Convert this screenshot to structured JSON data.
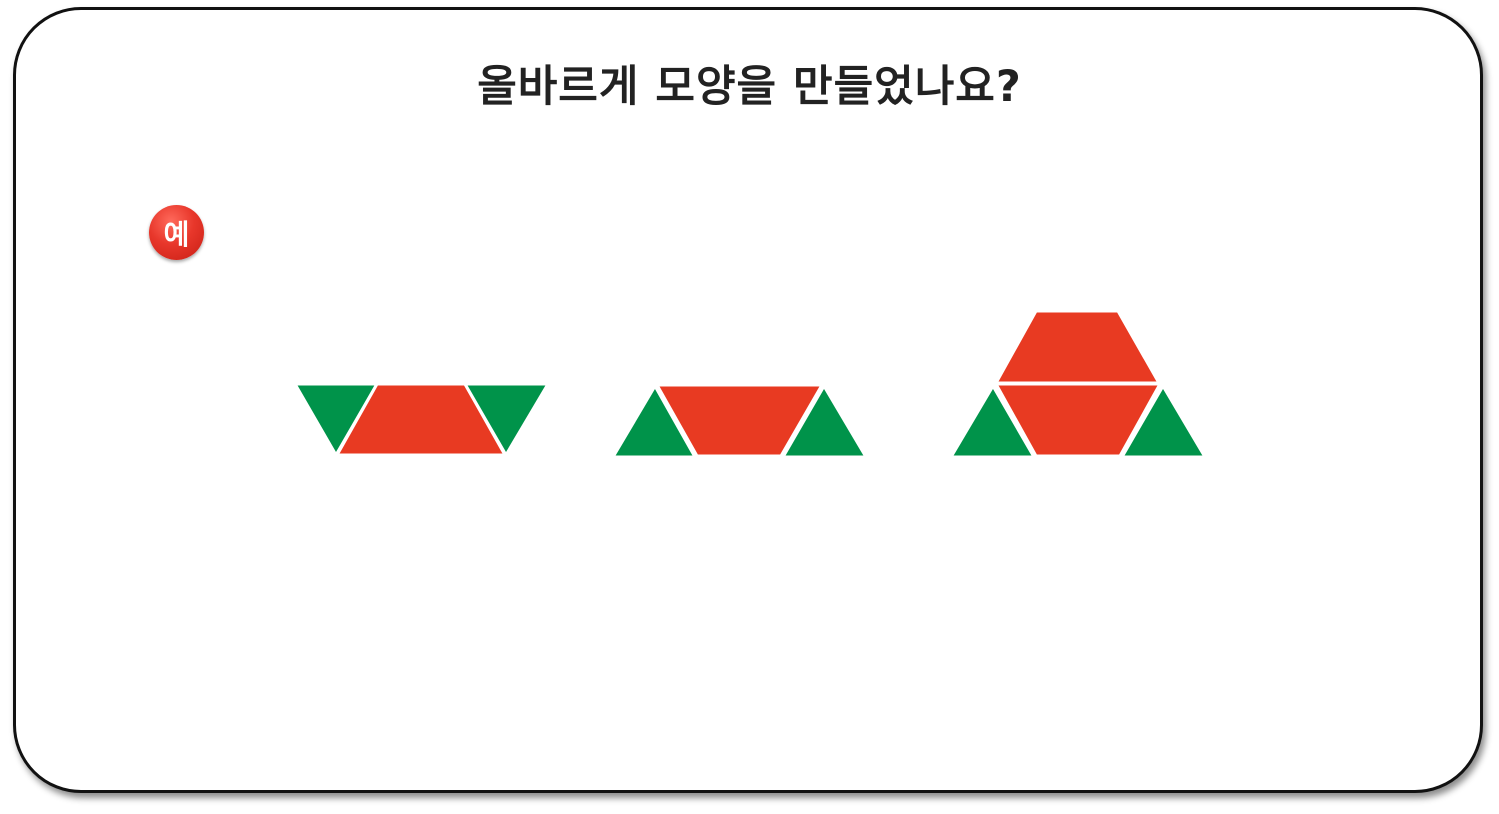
{
  "title": "올바르게 모양을 만들었나요?",
  "badge": {
    "label": "예"
  },
  "colors": {
    "red": "#e83a22",
    "green": "#00934a",
    "border": "#111111",
    "gap": "#ffffff"
  },
  "figures": [
    {
      "name": "figure-1",
      "pieces": [
        "green-triangle-down",
        "red-trapezoid",
        "green-triangle-down"
      ]
    },
    {
      "name": "figure-2",
      "pieces": [
        "green-triangle-up",
        "red-trapezoid-inverted",
        "green-triangle-up"
      ]
    },
    {
      "name": "figure-3",
      "pieces": [
        "red-trapezoid",
        "green-triangle-up",
        "red-trapezoid-inverted",
        "green-triangle-up"
      ]
    }
  ]
}
